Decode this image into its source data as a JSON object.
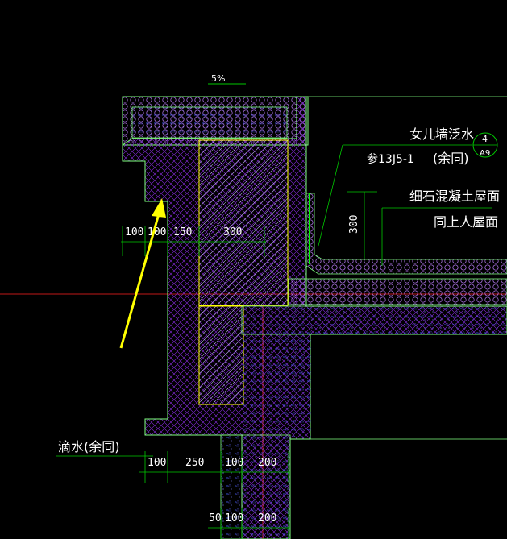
{
  "drawing": {
    "slope_label": "5%",
    "callout_parapet": {
      "line1": "女儿墙泛水",
      "line2": "参13J5-1",
      "line2b": "(余同)",
      "ref_number": "4",
      "ref_sheet": "A9"
    },
    "callout_roof": {
      "line1": "细石混凝土屋面",
      "line2": "同上人屋面"
    },
    "upturn_height": "300",
    "drip_label": "滴水(余同)",
    "dims_top": [
      "100",
      "100",
      "150",
      "300"
    ],
    "dims_mid": [
      "100",
      "250",
      "100",
      "200"
    ],
    "dims_bottom": [
      "50",
      "100",
      "200"
    ]
  },
  "colors": {
    "background": "#000000",
    "outline": "#7fff7f",
    "concrete_hatch": "#a020f0",
    "brick_hatch": "#9aa0c8",
    "yellow": "#ffff00",
    "red_axis": "#ff2020",
    "dim_green": "#00c800",
    "text": "#ffffff",
    "insulation": "#c8c8ff"
  }
}
